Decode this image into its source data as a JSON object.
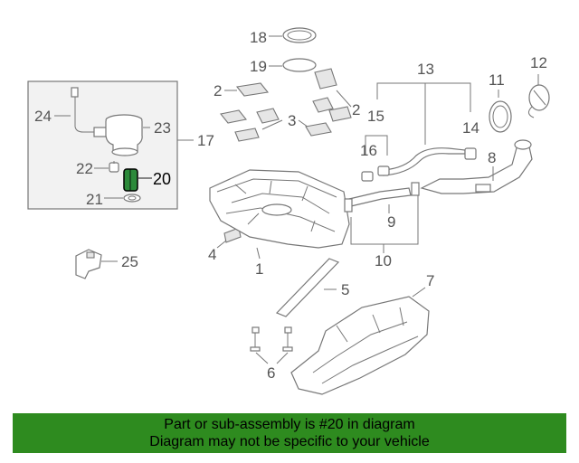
{
  "colors": {
    "banner_bg": "#2e8b1f",
    "highlight_part": "#2c8a3a",
    "line": "#777777"
  },
  "callouts": {
    "c1": "1",
    "c2a": "2",
    "c2b": "2",
    "c3": "3",
    "c4": "4",
    "c5": "5",
    "c6": "6",
    "c7": "7",
    "c8": "8",
    "c9": "9",
    "c10": "10",
    "c11": "11",
    "c12": "12",
    "c13": "13",
    "c14": "14",
    "c15": "15",
    "c16": "16",
    "c17": "17",
    "c18": "18",
    "c19": "19",
    "c20": "20",
    "c21": "21",
    "c22": "22",
    "c23": "23",
    "c24": "24",
    "c25": "25"
  },
  "banner": {
    "line1": "Part or sub-assembly is #20 in diagram",
    "line2": "Diagram may not be specific to your vehicle"
  }
}
